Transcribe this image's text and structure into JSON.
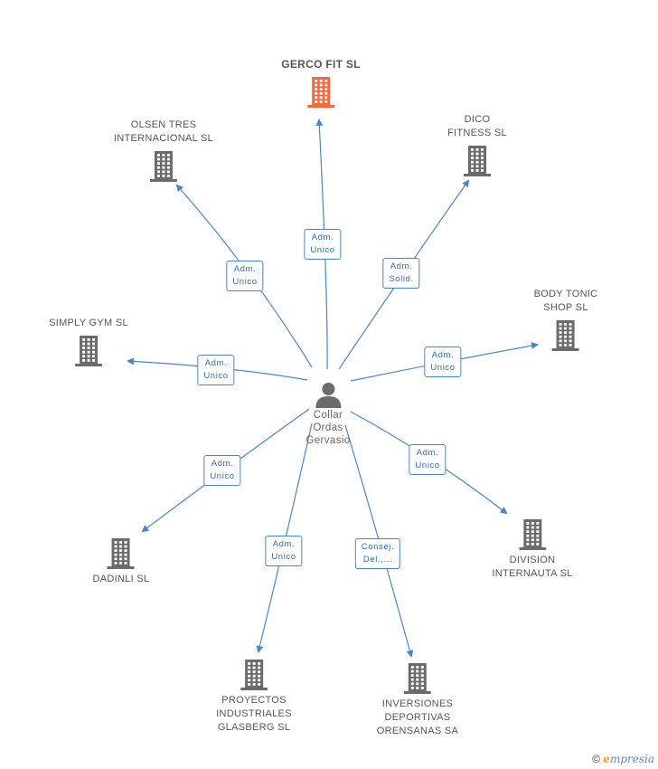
{
  "center_person": {
    "label": "Collar\nOrdas\nGervasio"
  },
  "companies": [
    {
      "key": "gerco",
      "label": "GERCO FIT SL",
      "main": true,
      "role": "Adm.\nUnico"
    },
    {
      "key": "olsen",
      "label": "OLSEN TRES\nINTERNACIONAL SL",
      "role": "Adm.\nUnico"
    },
    {
      "key": "dico",
      "label": "DICO\nFITNESS SL",
      "role": "Adm.\nSolid."
    },
    {
      "key": "body",
      "label": "BODY TONIC\nSHOP SL",
      "role": "Adm.\nUnico"
    },
    {
      "key": "simply",
      "label": "SIMPLY GYM SL",
      "role": "Adm.\nUnico"
    },
    {
      "key": "dadinli",
      "label": "DADINLI SL",
      "role": "Adm.\nUnico"
    },
    {
      "key": "division",
      "label": "DIVISION\nINTERNAUTA SL",
      "role": "Adm.\nUnico"
    },
    {
      "key": "proyectos",
      "label": "PROYECTOS\nINDUSTRIALES\nGLASBERG SL",
      "role": "Adm.\nUnico"
    },
    {
      "key": "inversiones",
      "label": "INVERSIONES\nDEPORTIVAS\nORENSANAS SA",
      "role": "Consej.\nDel.,..."
    }
  ],
  "colors": {
    "edge": "#4a86c5",
    "main_icon": "#f26a3d",
    "icon": "#6b6b6b",
    "person_icon": "#6b6b6b"
  },
  "watermark": {
    "copyright": "©",
    "brand_first": "e",
    "brand_rest": "mpresia"
  }
}
